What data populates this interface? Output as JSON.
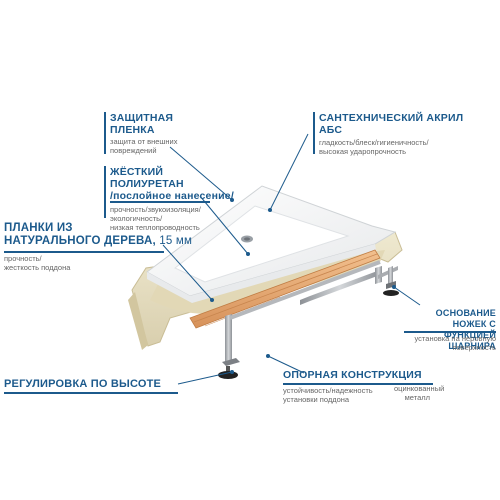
{
  "callouts": {
    "protective_film": {
      "title_line1": "ЗАЩИТНАЯ",
      "title_line2": "ПЛЕНКА",
      "desc_line1": "защита от внешних",
      "desc_line2": "повреждений"
    },
    "acrylic": {
      "title_line1": "САНТЕХНИЧЕСКИЙ АКРИЛ",
      "title_line2": "АБС",
      "desc_line1": "гладкость/блеск/гигиеничность/",
      "desc_line2": "высокая ударопрочность"
    },
    "polyurethane": {
      "title_line1": "ЖЁСТКИЙ",
      "title_line2": "ПОЛИУРЕТАН",
      "title_line3": "/послойное нанесение/",
      "desc_line1": "прочность/звукоизоляция/",
      "desc_line2": "экологичность/",
      "desc_line3": "низкая теплопроводность"
    },
    "wood_planks": {
      "title_line1": "ПЛАНКИ ИЗ",
      "title_line2": "НАТУРАЛЬНОГО ДЕРЕВА,",
      "title_size": "15 мм",
      "desc_line1": "прочность/",
      "desc_line2": "жесткость поддона"
    },
    "legs": {
      "title_line1": "ОСНОВАНИЕ НОЖЕК С",
      "title_line2": "ФУНКЦИЕЙ ШАРНИРА",
      "desc_line1": "установка на неровную",
      "desc_line2": "поверхность"
    },
    "height_adjust": {
      "title": "РЕГУЛИРОВКА ПО ВЫСОТЕ"
    },
    "support": {
      "title": "ОПОРНАЯ КОНСТРУКЦИЯ",
      "desc_line1": "устойчивость/надежность",
      "desc_line2": "установки поддона",
      "extra_line1": "оцинкованный",
      "extra_line2": "металл"
    }
  },
  "colors": {
    "accent": "#1c5a8c",
    "acrylic": "#f6f6f6",
    "polyurethane": "#e9e2c6",
    "wood": "#e5a871",
    "metal": "#a9acb0"
  }
}
